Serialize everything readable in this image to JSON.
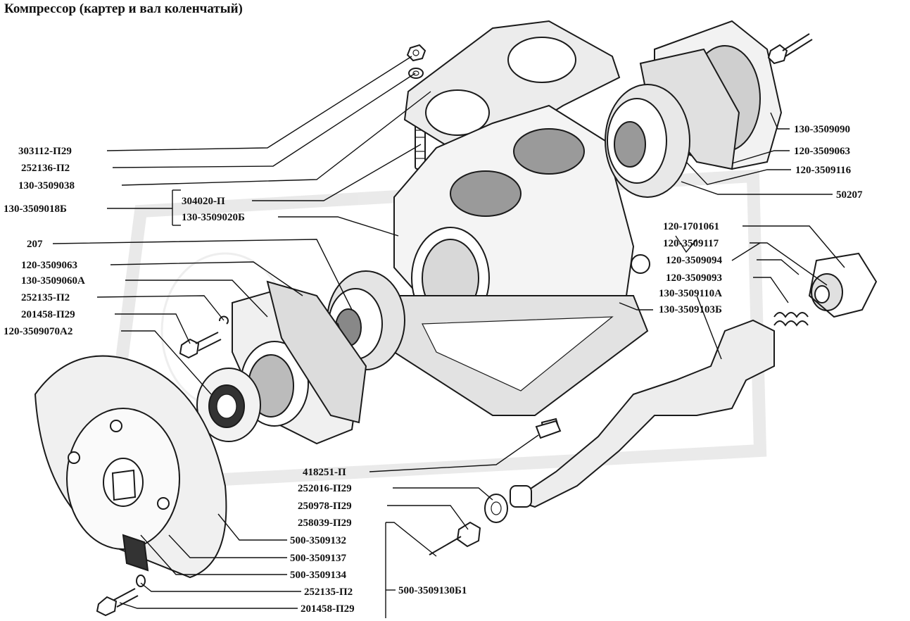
{
  "title": "Компрессор (картер и вал коленчатый)",
  "labels": {
    "l303112_p29": "303112-П29",
    "l252136_p2": "252136-П2",
    "l130_3509038": "130-3509038",
    "l130_3509018b": "130-3509018Б",
    "l304020_p": "304020-П",
    "l130_3509020b": "130-3509020Б",
    "l207": "207",
    "l120_3509063_left": "120-3509063",
    "l130_3509060a": "130-3509060А",
    "l252135_p2_top": "252135-П2",
    "l201458_p29_top": "201458-П29",
    "l120_3509070a2": "120-3509070А2",
    "l130_3509090": "130-3509090",
    "l120_3509063_right": "120-3509063",
    "l120_3509116": "120-3509116",
    "l50207": "50207",
    "l120_1701061": "120-1701061",
    "l120_3509117": "120-3509117",
    "l120_3509094": "120-3509094",
    "l120_3509093": "120-3509093",
    "l130_3509110a": "130-3509110А",
    "l130_3509103b": "130-3509103Б",
    "l418251_p": "418251-П",
    "l252016_p29": "252016-П29",
    "l250978_p29": "250978-П29",
    "l258039_p29": "258039-П29",
    "l500_3509132": "500-3509132",
    "l500_3509137": "500-3509137",
    "l500_3509134": "500-3509134",
    "l252135_p2_bottom": "252135-П2",
    "l201458_p29_bottom": "201458-П29",
    "l500_3509130b1": "500-3509130Б1"
  }
}
